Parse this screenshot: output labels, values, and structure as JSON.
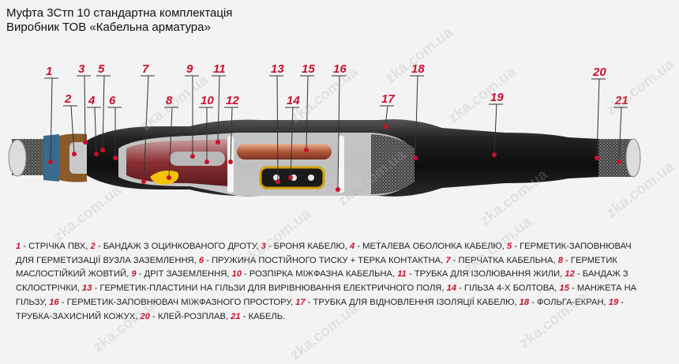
{
  "title": {
    "line1": "Муфта 3Стп 10 стандартна комплектація",
    "line2": "Виробник ТОВ «Кабельна арматура»"
  },
  "watermark": "zka.com.ua",
  "colors": {
    "accent": "#c8102e",
    "sheath": "#1a1a1a"
  },
  "callouts": [
    "1",
    "2",
    "3",
    "4",
    "5",
    "6",
    "7",
    "8",
    "9",
    "10",
    "11",
    "12",
    "13",
    "14",
    "15",
    "16",
    "17",
    "18",
    "19",
    "20",
    "21"
  ],
  "legend": [
    {
      "n": "1",
      "t": "стрічка ПВХ,"
    },
    {
      "n": "2",
      "t": "бандаж з оцинкованого дроту,"
    },
    {
      "n": "3",
      "t": "броня кабелю,"
    },
    {
      "n": "4",
      "t": "металева оболонка кабелю,"
    },
    {
      "n": "5",
      "t": "герметик-заповнювач для герметизації вузла заземлення,"
    },
    {
      "n": "6",
      "t": "пружина постійного тиску + терка контактна,"
    },
    {
      "n": "7",
      "t": "перчатка кабельна,"
    },
    {
      "n": "8",
      "t": "герметик маслостійкий жовтий,"
    },
    {
      "n": "9",
      "t": "дріт заземлення,"
    },
    {
      "n": "10",
      "t": "розпірка міжфазна кабельна,"
    },
    {
      "n": "11",
      "t": "трубка для ізолювання жили,"
    },
    {
      "n": "12",
      "t": "бандаж з склострічки,"
    },
    {
      "n": "13",
      "t": "герметик-пластини на гільзи для вирівнювання електричного поля,"
    },
    {
      "n": "14",
      "t": "гільза 4-х болтова,"
    },
    {
      "n": "15",
      "t": "манжета на гільзу,"
    },
    {
      "n": "16",
      "t": "герметик-заповнювач міжфазного простору,"
    },
    {
      "n": "17",
      "t": "трубка для відновлення ізоляції кабелю,"
    },
    {
      "n": "18",
      "t": "фольга-екран,"
    },
    {
      "n": "19",
      "t": "трубка-захисний кожух,"
    },
    {
      "n": "20",
      "t": "клей-розплав,"
    },
    {
      "n": "21",
      "t": "кабель."
    }
  ]
}
